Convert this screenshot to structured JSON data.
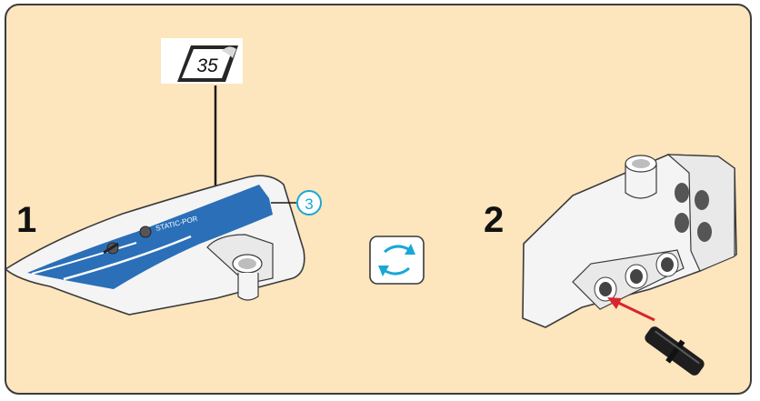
{
  "steps": {
    "first": "1",
    "second": "2"
  },
  "sticker": {
    "number": "35"
  },
  "callout": {
    "quantity": "3"
  },
  "part_print": {
    "text": "STATIC-POR"
  },
  "rotate_icon": {
    "name": "rotate-icon"
  },
  "colors": {
    "background": "#fde5bd",
    "accent_blue": "#2a6fb8",
    "callout_cyan": "#1aa7d6",
    "arrow_red": "#d8262c",
    "border": "#3c3c3c"
  }
}
